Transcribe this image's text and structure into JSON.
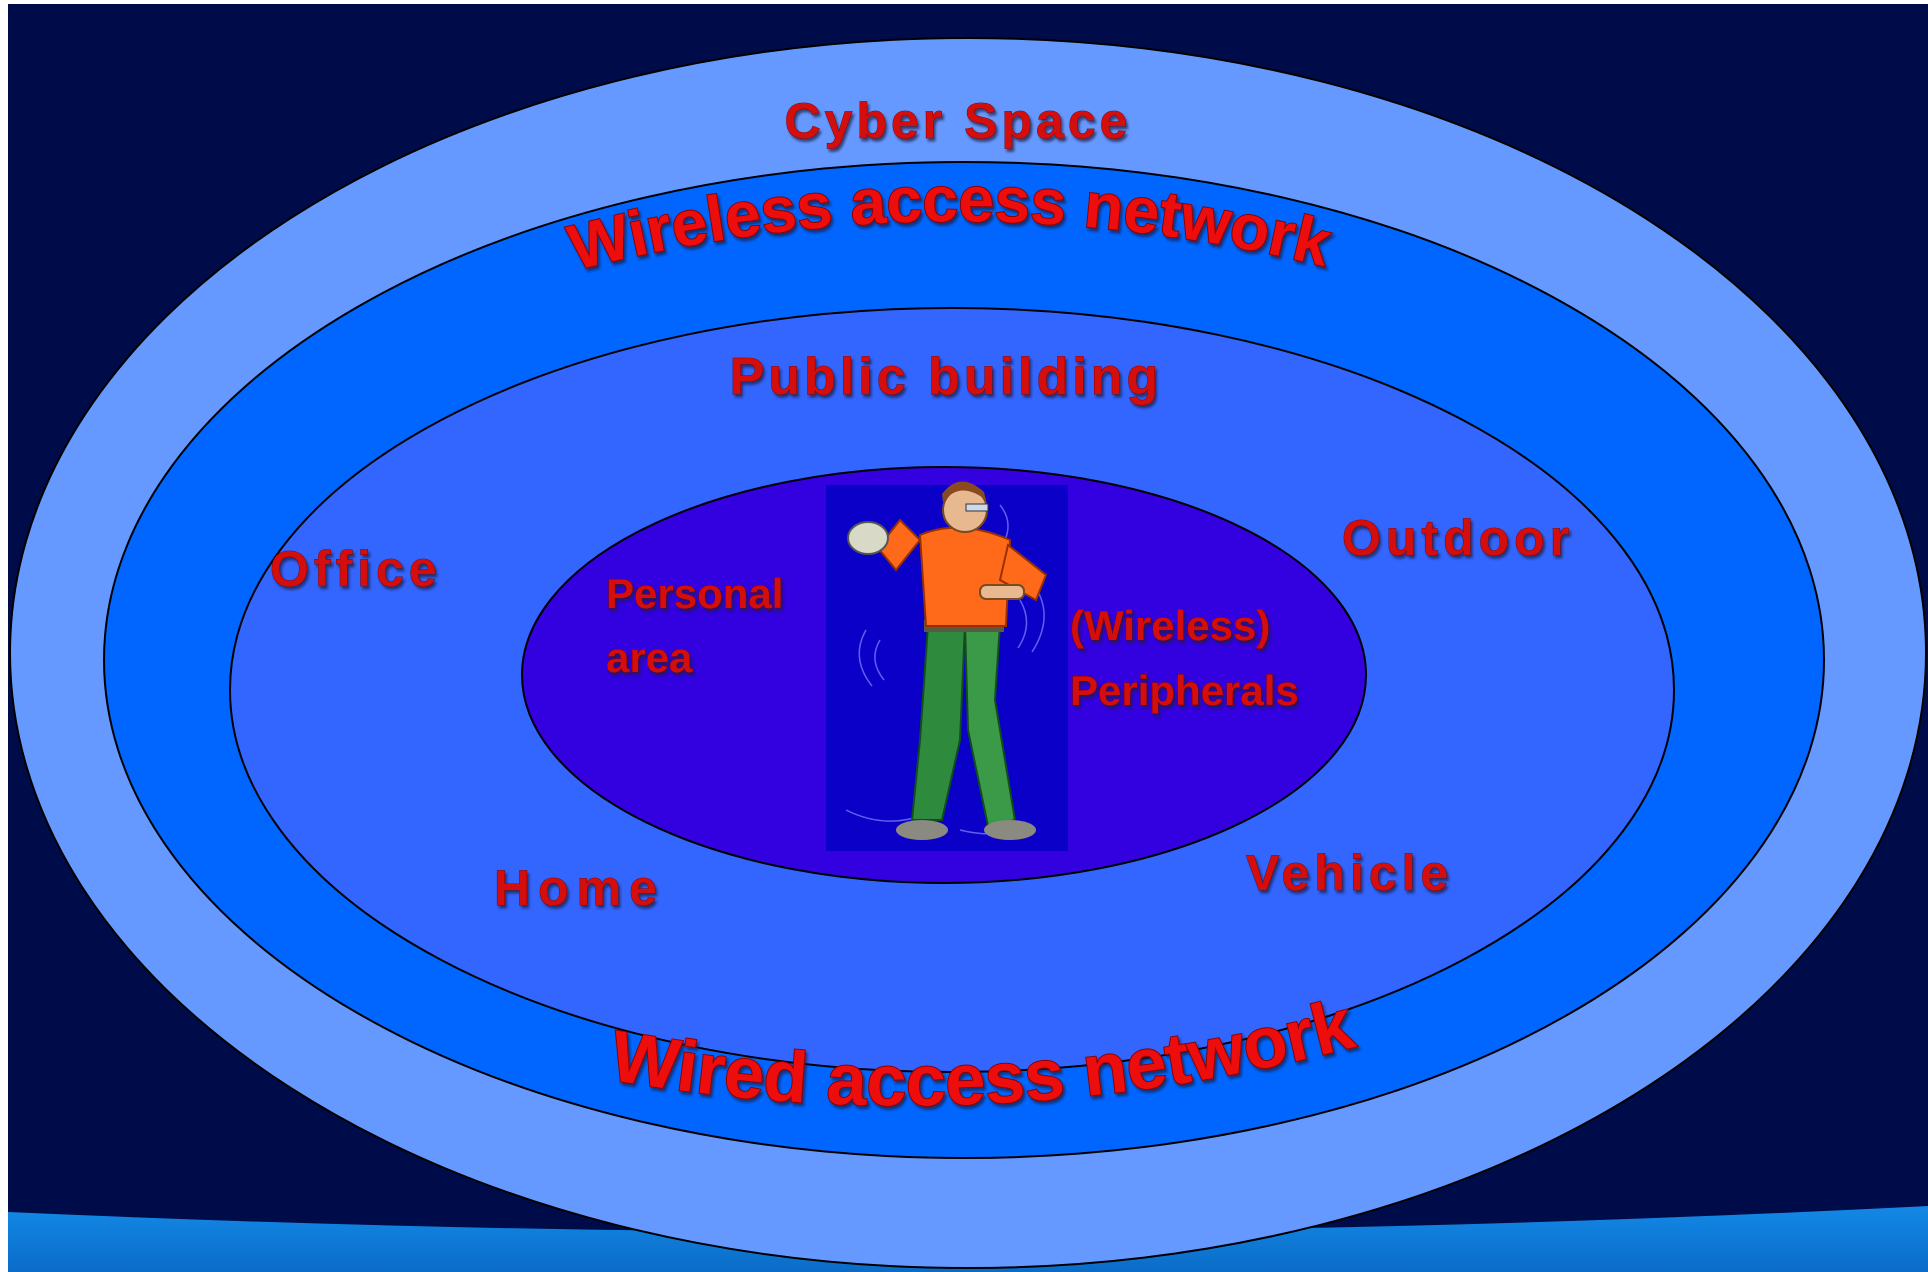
{
  "colors": {
    "background": "#000c4a",
    "cyber_space_ring": "#6699ff",
    "wireless_ring": "#0066ff",
    "public_ring": "#3366ff",
    "personal_area": "#3300e0",
    "label_red": "#d40d0d",
    "bottom_band": "#0a7ad8"
  },
  "diagram": {
    "rings": [
      {
        "id": "cyber-space",
        "label": "Cyber Space"
      },
      {
        "id": "wireless-access",
        "label": "Wireless access network"
      },
      {
        "id": "wired-access",
        "label": "Wired access network"
      },
      {
        "id": "public-building",
        "label": "Public building"
      }
    ],
    "locations": {
      "office": "Office",
      "outdoor": "Outdoor",
      "home": "Home",
      "vehicle": "Vehicle"
    },
    "personal_area": {
      "line1": "Personal",
      "line2": "area"
    },
    "peripherals": {
      "line1": "(Wireless)",
      "line2": "Peripherals"
    },
    "figure": {
      "icon": "person-with-devices-icon"
    }
  }
}
